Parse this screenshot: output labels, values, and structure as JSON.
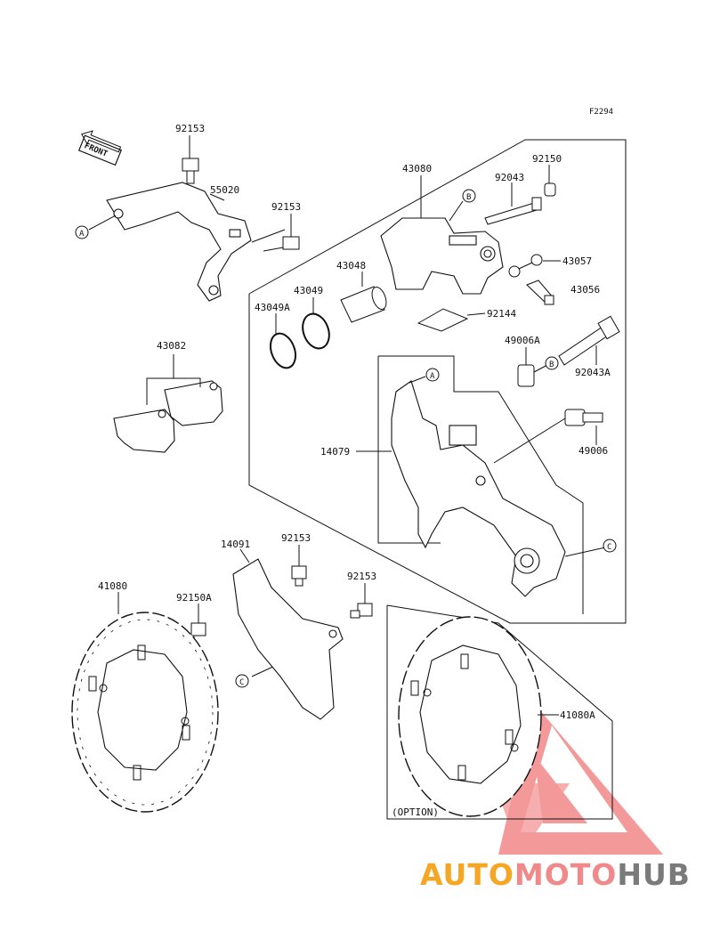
{
  "diagram": {
    "code": "F2294",
    "front_marker": "FRONT",
    "option_label": "(OPTION)",
    "callouts": [
      "A",
      "B",
      "C"
    ],
    "parts": [
      "92153",
      "55020",
      "92153",
      "43080",
      "92150",
      "92043",
      "43057",
      "43056",
      "43048",
      "43049",
      "43049A",
      "92144",
      "49006A",
      "92043A",
      "43082",
      "14079",
      "49006",
      "14091",
      "92153",
      "92153",
      "41080",
      "92150A",
      "41080A"
    ]
  },
  "watermark": {
    "part1": "AUTO",
    "part2": "MOTO",
    "part3": "HUB",
    "colors": {
      "auto": "#f5a623",
      "moto": "#f08a8a",
      "hub": "#7a7a7a",
      "logo": "#f07878"
    }
  }
}
